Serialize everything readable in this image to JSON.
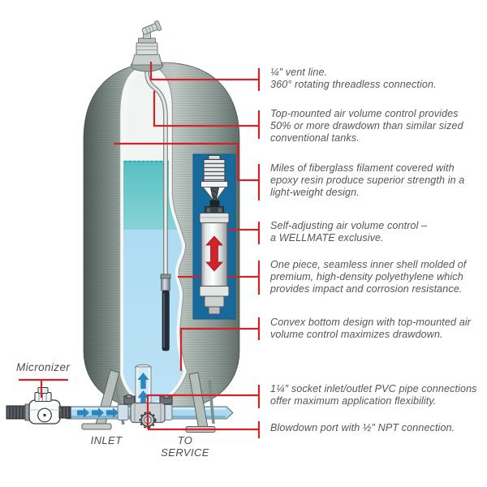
{
  "diagram": {
    "labels": {
      "micronizer": "Micronizer",
      "inlet": "INLET",
      "to_service": "TO SERVICE"
    },
    "annotations": [
      {
        "id": "vent-line",
        "text": "¼″ vent line.\n360° rotating threadless connection."
      },
      {
        "id": "top-mounted-avc",
        "text": "Top-mounted air volume control provides\n50% or more drawdown than similar sized\nconventional tanks."
      },
      {
        "id": "fiberglass-filament",
        "text": "Miles of fiberglass filament covered with\nepoxy resin produce superior strength in a\nlight-weight design."
      },
      {
        "id": "self-adjusting-avc",
        "text": "Self-adjusting air volume control –\na WELLMATE exclusive."
      },
      {
        "id": "inner-shell",
        "text": "One piece, seamless inner shell molded of\npremium, high-density polyethylene which\nprovides impact and corrosion resistance."
      },
      {
        "id": "convex-bottom",
        "text": "Convex bottom design with top-mounted air\nvolume control maximizes drawdown."
      },
      {
        "id": "pvc-connections",
        "text": "1¼″ socket inlet/outlet PVC pipe connections\noffer maximum application flexibility."
      },
      {
        "id": "blowdown-port",
        "text": "Blowdown port with ½″ NPT connection."
      }
    ],
    "colors": {
      "callout_red": "#d2232a",
      "inset_box_blue": "#176a9c",
      "water_teal": "#56c0c3",
      "water_blue": "#aedcf3",
      "pipe_blue": "#abd9f1",
      "flow_arrow_blue": "#2c85bb",
      "text_gray": "#55565a",
      "tank_gray": "#9aa59f"
    }
  }
}
